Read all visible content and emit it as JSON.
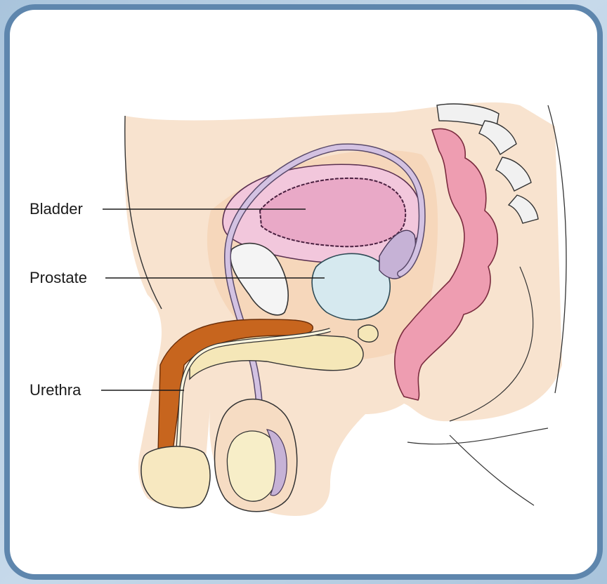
{
  "labels": {
    "bladder": "Bladder",
    "prostate": "Prostate",
    "urethra": "Urethra"
  },
  "colors": {
    "frame": "#5e86ad",
    "skin": "#f7dcc3",
    "bladder": "#f2c2d9",
    "prostate": "#d7e8ee",
    "rectum": "#ef9fb3",
    "corpus": "#c9661f",
    "vas_deferens": "#c9b7d6",
    "testis": "#f6e9bf"
  }
}
